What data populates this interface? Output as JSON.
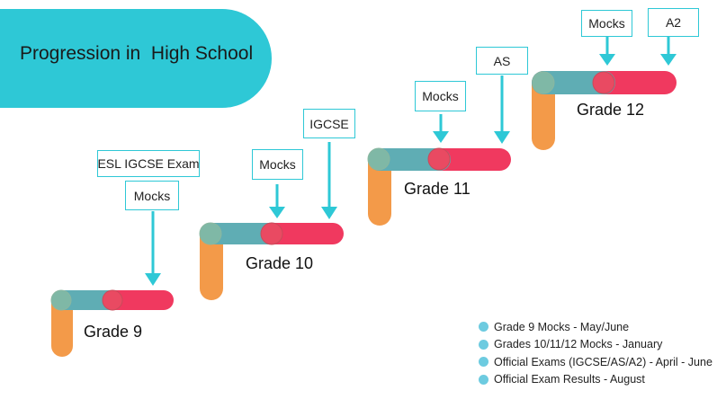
{
  "title": "Progression in  High School",
  "colors": {
    "accent": "#2ec8d6",
    "orange": "#f39a49",
    "teal_bar": "#5fadb4",
    "red_bar": "#f0395f",
    "arrow": "#2ec8d6",
    "legend_dot": "#6dcbe0"
  },
  "boxes": {
    "esl": "ESL IGCSE Exam",
    "g9_mocks": "Mocks",
    "g10_mocks": "Mocks",
    "g10_igcse": "IGCSE",
    "g11_mocks": "Mocks",
    "g11_as": "AS",
    "g12_mocks": "Mocks",
    "g12_a2": "A2"
  },
  "grades": {
    "g9": "Grade 9",
    "g10": "Grade 10",
    "g11": "Grade 11",
    "g12": "Grade 12"
  },
  "legend": [
    "Grade 9 Mocks - May/June",
    "Grades 10/11/12 Mocks - January",
    "Official Exams (IGCSE/AS/A2) - April - June",
    "Official Exam Results - August"
  ]
}
